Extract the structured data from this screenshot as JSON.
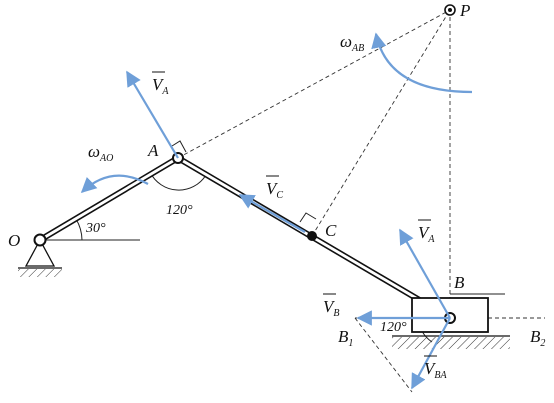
{
  "labels": {
    "O": "O",
    "A": "A",
    "B": "B",
    "C": "C",
    "P": "P",
    "B1": "B",
    "B1_sub": "1",
    "B2": "B",
    "B2_sub": "2"
  },
  "vectors": {
    "VA_top": "V",
    "VA_top_sub": "A",
    "VC": "V",
    "VC_sub": "C",
    "VA_right": "V",
    "VA_right_sub": "A",
    "VB": "V",
    "VB_sub": "B",
    "VBA": "V",
    "VBA_sub": "BA"
  },
  "omegas": {
    "AO": "ω",
    "AO_sub": "AO",
    "AB": "ω",
    "AB_sub": "AB"
  },
  "angles": {
    "at_O": "30°",
    "at_A": "120°",
    "at_B": "120°"
  },
  "colors": {
    "vector_blue": "#6f9fd8",
    "line_black": "#111111"
  }
}
